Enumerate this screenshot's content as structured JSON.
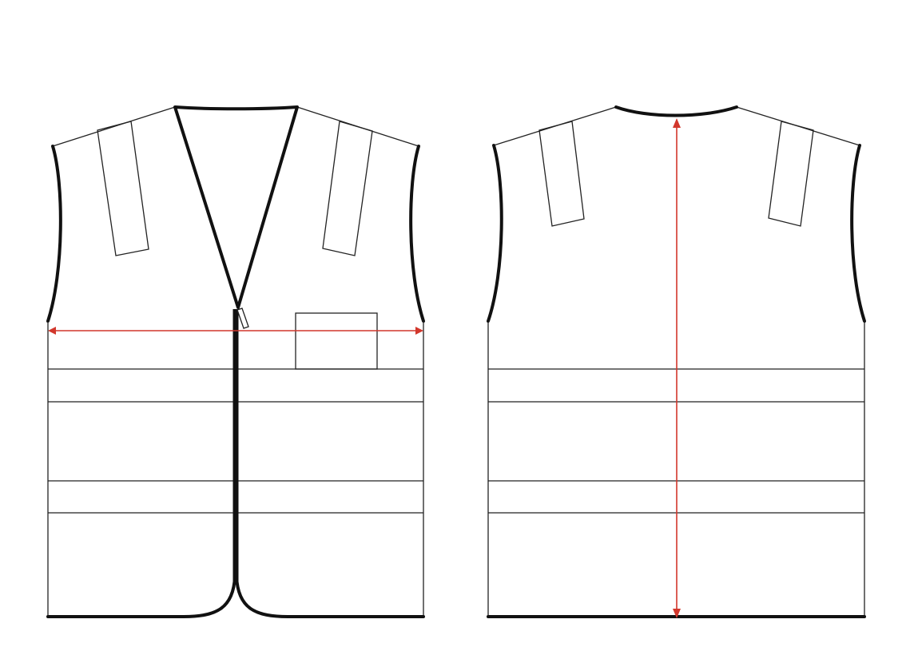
{
  "diagram": {
    "views": [
      {
        "id": "front",
        "name": "front-view"
      },
      {
        "id": "back",
        "name": "back-view"
      }
    ],
    "measurements": [
      {
        "id": "chest-width",
        "orientation": "horizontal",
        "view": "front"
      },
      {
        "id": "back-length",
        "orientation": "vertical",
        "view": "back"
      }
    ],
    "colors": {
      "outline": "#111111",
      "measurement": "#d2372c",
      "background": "#ffffff"
    }
  }
}
